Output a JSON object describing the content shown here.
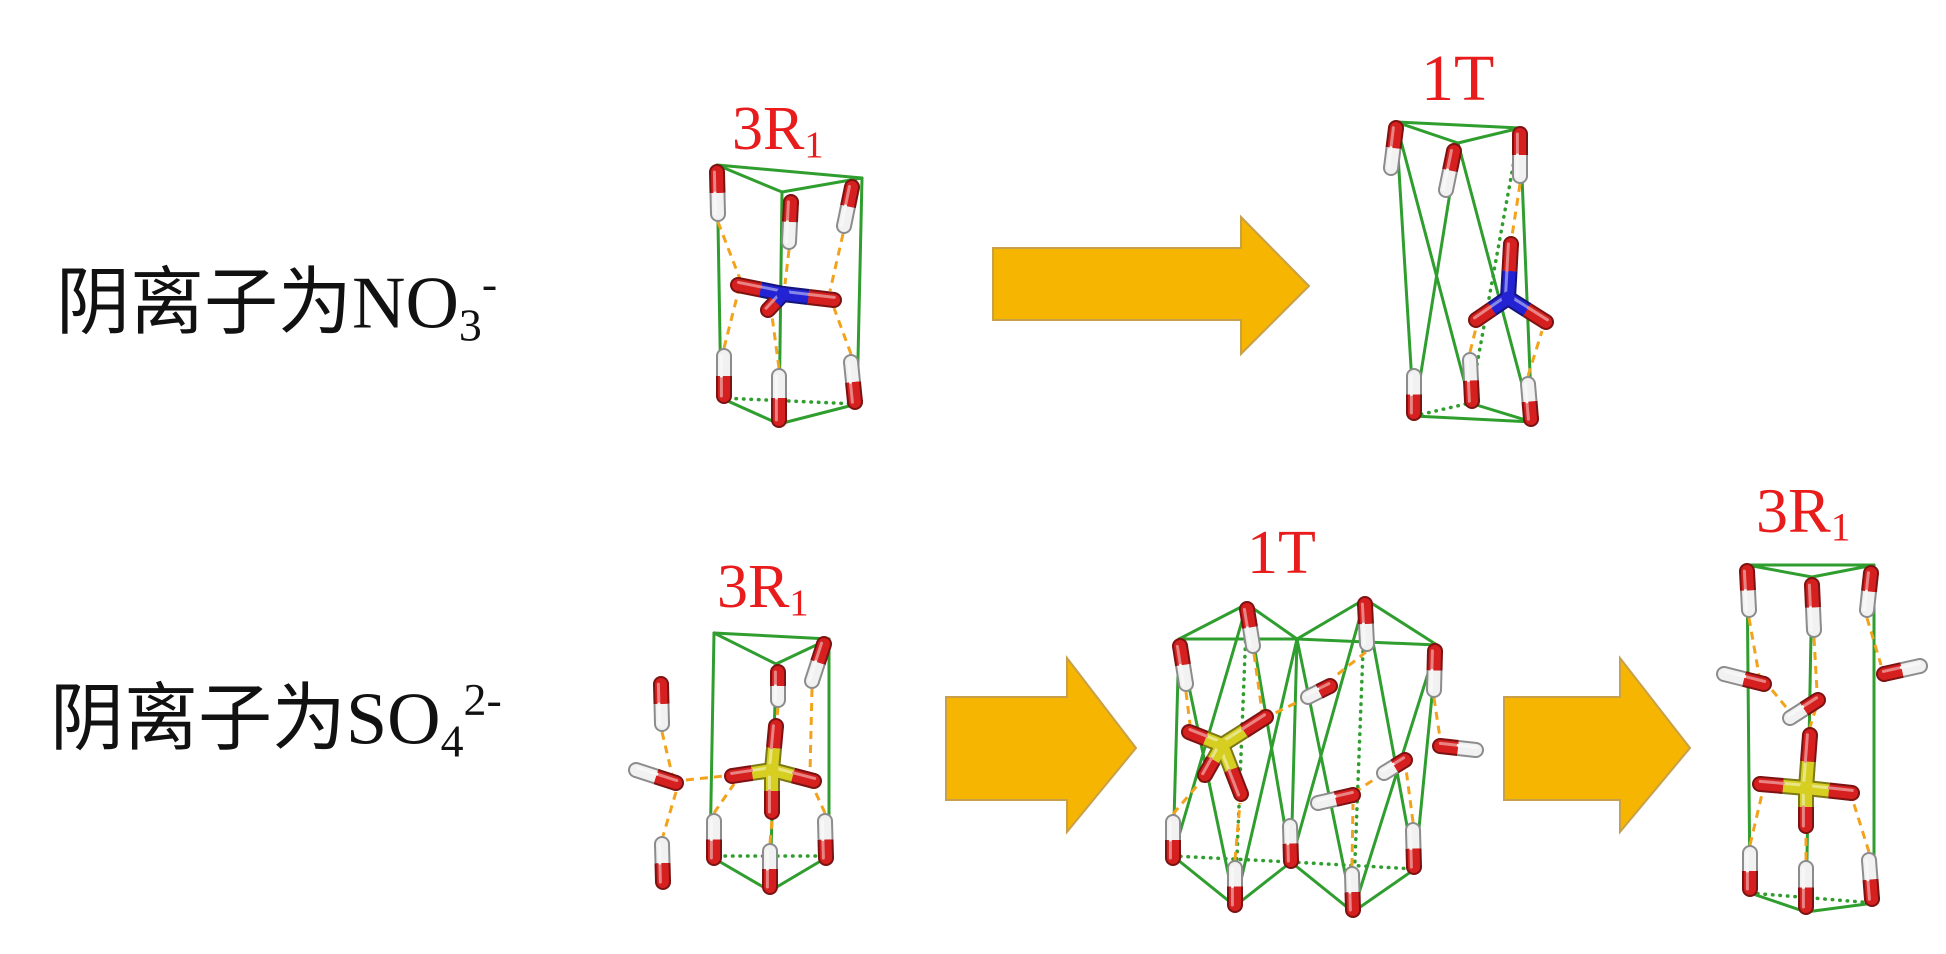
{
  "rows": [
    {
      "anion": {
        "prefix": "阴离子为",
        "formula": "NO",
        "sub": "3",
        "sup": "-"
      }
    },
    {
      "anion": {
        "prefix": "阴离子为",
        "formula": "SO",
        "sub": "4",
        "sup": "2-"
      }
    }
  ],
  "structures": {
    "nitrate_3r1": {
      "label": "3R",
      "label_sub": "1"
    },
    "nitrate_1t": {
      "label": "1T"
    },
    "sulfate_3r1_initial": {
      "label": "3R",
      "label_sub": "1"
    },
    "sulfate_1t": {
      "label": "1T"
    },
    "sulfate_3r1_final": {
      "label": "3R",
      "label_sub": "1"
    }
  },
  "colors": {
    "text": "#111111",
    "structure_label": "#e81c1c",
    "arrow_fill": "#f6b500",
    "arrow_stroke": "#c9a04a",
    "cage": "#2f9e2f",
    "oxygen": "#d61f1f",
    "hydrogen": "#f1f1f1",
    "nitrogen": "#2323d4",
    "sulfur": "#d6cf22",
    "hydrogen_bond": "#f3a31b"
  }
}
